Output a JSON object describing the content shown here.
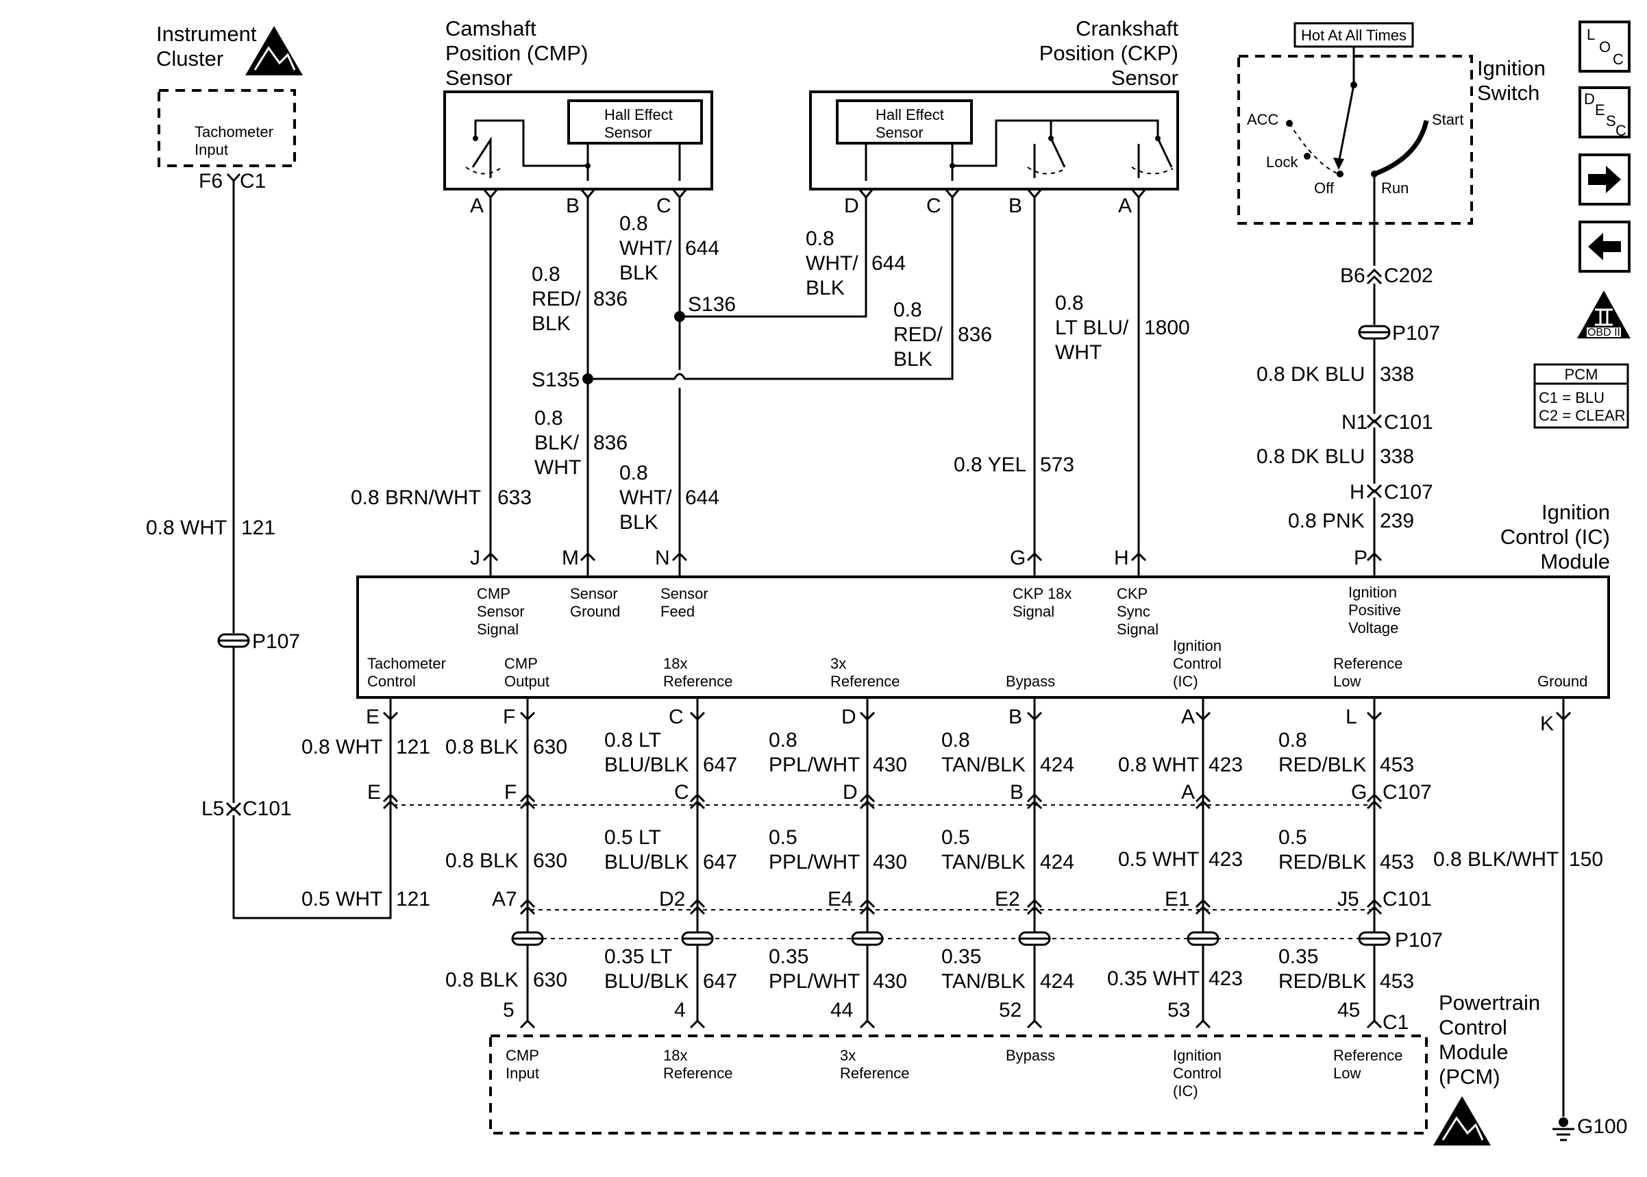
{
  "components": {
    "instrument_cluster": {
      "title": [
        "Instrument",
        "Cluster"
      ],
      "input_label": [
        "Tachometer",
        "Input"
      ],
      "connector": "C1",
      "pin": "F6"
    },
    "cmp_sensor": {
      "title": [
        "Camshaft",
        "Position (CMP)",
        "Sensor"
      ],
      "hall_label": [
        "Hall Effect",
        "Sensor"
      ],
      "pins": [
        "A",
        "B",
        "C"
      ]
    },
    "ckp_sensor": {
      "title": [
        "Crankshaft",
        "Position (CKP)",
        "Sensor"
      ],
      "hall_label": [
        "Hall Effect",
        "Sensor"
      ],
      "pins": [
        "D",
        "C",
        "B",
        "A"
      ]
    },
    "ignition_switch": {
      "header": "Hot At All Times",
      "title": [
        "Ignition",
        "Switch"
      ],
      "positions": [
        "ACC",
        "Lock",
        "Off",
        "Run",
        "Start"
      ]
    },
    "ic_module": {
      "title": [
        "Ignition",
        "Control (IC)",
        "Module"
      ],
      "top_pins": [
        "J",
        "M",
        "N",
        "G",
        "H",
        "P"
      ],
      "top_labels": [
        [
          "CMP",
          "Sensor",
          "Signal"
        ],
        [
          "Sensor",
          "Ground"
        ],
        [
          "Sensor",
          "Feed"
        ],
        [
          "CKP 18x",
          "Signal"
        ],
        [
          "CKP",
          "Sync",
          "Signal"
        ],
        [
          "Ignition",
          "Positive",
          "Voltage"
        ]
      ],
      "bottom_pins": [
        "E",
        "F",
        "C",
        "D",
        "B",
        "A",
        "L",
        "K"
      ],
      "bottom_labels": [
        [
          "Tachometer",
          "Control"
        ],
        [
          "CMP",
          "Output"
        ],
        [
          "18x",
          "Reference"
        ],
        [
          "3x",
          "Reference"
        ],
        [
          "Bypass"
        ],
        [
          "Ignition",
          "Control",
          "(IC)"
        ],
        [
          "Reference",
          "Low"
        ],
        [
          "Ground"
        ]
      ]
    },
    "pcm": {
      "title": [
        "Powertrain",
        "Control",
        "Module",
        "(PCM)"
      ],
      "labels": [
        [
          "CMP",
          "Input"
        ],
        [
          "18x",
          "Reference"
        ],
        [
          "3x",
          "Reference"
        ],
        [
          "Bypass"
        ],
        [
          "Ignition",
          "Control",
          "(IC)"
        ],
        [
          "Reference",
          "Low"
        ]
      ],
      "pins": [
        "5",
        "4",
        "44",
        "52",
        "53",
        "45"
      ],
      "connector": "C1"
    }
  },
  "splices": [
    "S135",
    "S136"
  ],
  "ground": "G100",
  "connectors": {
    "c202": "C202",
    "b6": "B6",
    "p107": "P107",
    "n1": "N1",
    "c101": "C101",
    "h": "H",
    "c107": "C107",
    "l5": "L5",
    "g": "G",
    "mid_pins": [
      "E",
      "F",
      "C",
      "D",
      "B",
      "A"
    ],
    "c101_pins": [
      "A7",
      "D2",
      "E4",
      "E2",
      "E1",
      "J5"
    ]
  },
  "wires": {
    "tach_upper": [
      "0.8 WHT",
      "121"
    ],
    "tach_ic": [
      "0.8 WHT",
      "121"
    ],
    "tach_lower": [
      "0.5 WHT",
      "121"
    ],
    "cmp_a": [
      "0.8 BRN/WHT",
      "633"
    ],
    "cmp_b_upper": [
      "0.8",
      "RED/",
      "BLK",
      "836"
    ],
    "cmp_b_lower": [
      "0.8",
      "BLK/",
      "WHT",
      "836"
    ],
    "cmp_c_upper": [
      "0.8",
      "WHT/",
      "BLK",
      "644"
    ],
    "cmp_c_lower": [
      "0.8",
      "WHT/",
      "BLK",
      "644"
    ],
    "ckp_d": [
      "0.8",
      "WHT/",
      "BLK",
      "644"
    ],
    "ckp_c": [
      "0.8",
      "RED/",
      "BLK",
      "836"
    ],
    "ckp_b": [
      "0.8 YEL",
      "573"
    ],
    "ckp_a": [
      "0.8",
      "LT BLU/",
      "WHT",
      "1800"
    ],
    "ign_1": [
      "0.8 DK BLU",
      "338"
    ],
    "ign_2": [
      "0.8 DK BLU",
      "338"
    ],
    "ign_3": [
      "0.8 PNK",
      "239"
    ],
    "ic_f": [
      [
        "0.8 BLK",
        "630"
      ],
      [
        "0.8 BLK",
        "630"
      ],
      [
        "0.8 BLK",
        "630"
      ]
    ],
    "ic_c": [
      [
        "0.8 LT",
        "BLU/BLK",
        "647"
      ],
      [
        "0.5 LT",
        "BLU/BLK",
        "647"
      ],
      [
        "0.35 LT",
        "BLU/BLK",
        "647"
      ]
    ],
    "ic_d": [
      [
        "0.8",
        "PPL/WHT",
        "430"
      ],
      [
        "0.5",
        "PPL/WHT",
        "430"
      ],
      [
        "0.35",
        "PPL/WHT",
        "430"
      ]
    ],
    "ic_b": [
      [
        "0.8",
        "TAN/BLK",
        "424"
      ],
      [
        "0.5",
        "TAN/BLK",
        "424"
      ],
      [
        "0.35",
        "TAN/BLK",
        "424"
      ]
    ],
    "ic_a": [
      [
        "0.8 WHT",
        "423"
      ],
      [
        "0.5 WHT",
        "423"
      ],
      [
        "0.35 WHT",
        "423"
      ]
    ],
    "ic_l": [
      [
        "0.8",
        "RED/BLK",
        "453"
      ],
      [
        "0.5",
        "RED/BLK",
        "453"
      ],
      [
        "0.35",
        "RED/BLK",
        "453"
      ]
    ],
    "ground": [
      "0.8 BLK/WHT",
      "150"
    ]
  },
  "legend": {
    "loc": [
      "L",
      "O",
      "C"
    ],
    "desc": [
      "D",
      "E",
      "S",
      "C"
    ],
    "obd": "OBD II",
    "pcm_title": "PCM",
    "pcm_rows": [
      "C1 = BLU",
      "C2 = CLEAR"
    ]
  }
}
